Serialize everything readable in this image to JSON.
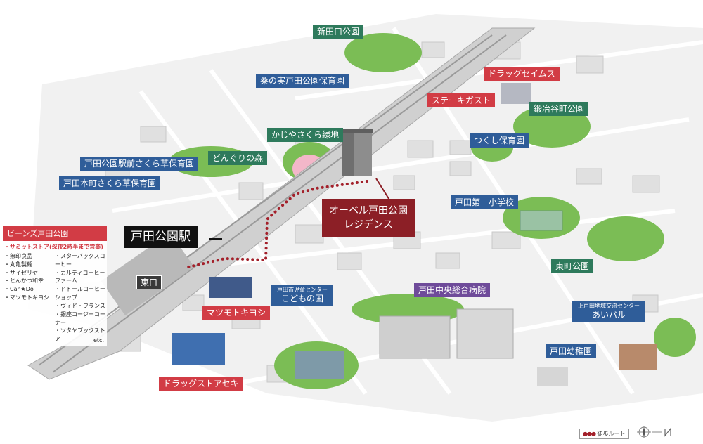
{
  "main_property": {
    "line1": "オーベル戸田公園",
    "line2": "レジデンス"
  },
  "station": {
    "label": "戸田公園駅",
    "exit": "東口"
  },
  "beans": {
    "title": "ビーンズ戸田公園",
    "subtitle": "・サミットストア(深夜2時半まで営業)",
    "col1": [
      "・無印良品",
      "・丸亀製麺",
      "・サイゼリヤ",
      "・とんかつ和幸",
      "・Can★Do",
      "・マツモトキヨシ"
    ],
    "col2": [
      "・スターバックスコーヒー",
      "・カルディコーヒーファーム",
      "・ドトールコーヒーショップ",
      "・ヴィド・フランス",
      "・銀座コージーコーナー",
      "・ツタヤブックストア"
    ],
    "etc": "etc."
  },
  "labels": {
    "shintaguchi_park": "新田口公園",
    "kuwanomi_nursery": "桑の実戸田公園保育園",
    "drug_seims": "ドラッグセイムス",
    "steak_gusto": "ステーキガスト",
    "kajiyacho_park": "鍛冶谷町公園",
    "kajiya_sakura": "かじやさくら緑地",
    "tsukushi_nursery": "つくし保育園",
    "donguri": "どんぐりの森",
    "ekimae_nursery": "戸田公園駅前さくら草保育園",
    "honcho_nursery": "戸田本町さくら草保育園",
    "toda_elementary": "戸田第一小学校",
    "higashi_park": "東町公園",
    "matsukiyo": "マツモトキヨシ",
    "drugstore_seki": "ドラッグストアセキ",
    "kodomo_small": "戸田市児童センター",
    "kodomo_big": "こどもの国",
    "chuo_hospital": "戸田中央総合病院",
    "aipal_small": "上戸田地域交流センター",
    "aipal_big": "あいパル",
    "kindergarten": "戸田幼稚園"
  },
  "legend": {
    "route": "徒歩ルート"
  },
  "colors": {
    "park_label": "#2e7a5c",
    "facility_label": "#2f5d99",
    "shop_label": "#d23c45",
    "hospital_label": "#6f4b9a",
    "property_label": "#8c1f26",
    "walking_route": "#a3202a"
  }
}
